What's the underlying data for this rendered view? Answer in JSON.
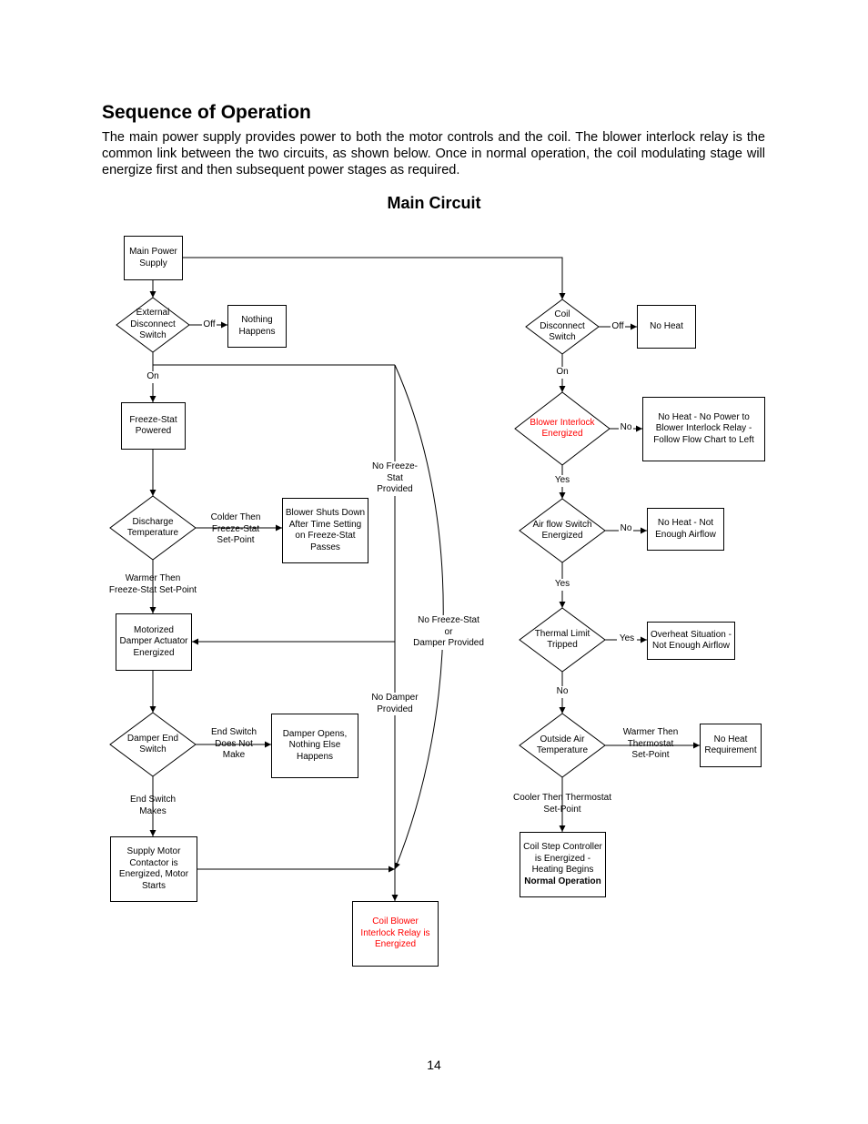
{
  "heading": "Sequence of Operation",
  "intro": "The main power supply provides power to both the motor controls and the coil.  The blower interlock relay is the common link between the two circuits, as shown below.  Once in normal operation, the coil modulating stage will energize first and then subsequent power stages as required.",
  "diagram_title": "Main Circuit",
  "page_number": "14",
  "colors": {
    "highlight": "#ff0000",
    "line": "#000000"
  },
  "nodes": {
    "main_power": [
      "Main Power",
      "Supply"
    ],
    "ext_disconnect": [
      "External",
      "Disconnect",
      "Switch"
    ],
    "nothing_happens": [
      "Nothing",
      "Happens"
    ],
    "freeze_stat": [
      "Freeze-Stat",
      "Powered"
    ],
    "discharge_temp": [
      "Discharge",
      "Temperature"
    ],
    "blower_shuts": [
      "Blower Shuts Down",
      "After Time Setting",
      "on Freeze-Stat",
      "Passes"
    ],
    "motorized_damper": [
      "Motorized",
      "Damper Actuator",
      "Energized"
    ],
    "damper_end": [
      "Damper End",
      "Switch"
    ],
    "damper_opens": [
      "Damper Opens,",
      "Nothing Else",
      "Happens"
    ],
    "supply_motor": [
      "Supply Motor",
      "Contactor is",
      "Energized, Motor",
      "Starts"
    ],
    "coil_blower": [
      "Coil Blower",
      "Interlock Relay is",
      "Energized"
    ],
    "coil_disconnect": [
      "Coil",
      "Disconnect",
      "Switch"
    ],
    "no_heat": [
      "No Heat"
    ],
    "blower_interlock": [
      "Blower Interlock",
      "Energized"
    ],
    "no_heat_no_power": [
      "No Heat - No Power to",
      "Blower Interlock Relay -",
      "Follow Flow Chart to Left"
    ],
    "airflow_switch": [
      "Air flow Switch",
      "Energized"
    ],
    "no_heat_airflow": [
      "No Heat - Not",
      "Enough Airflow"
    ],
    "thermal_limit": [
      "Thermal Limit",
      "Tripped"
    ],
    "overheat": [
      "Overheat Situation -",
      "Not Enough Airflow"
    ],
    "outside_air": [
      "Outside Air",
      "Temperature"
    ],
    "no_heat_req": [
      "No Heat",
      "Requirement"
    ],
    "coil_step": [
      "Coil Step Controller",
      "is Energized -",
      "Heating Begins",
      "Normal Operation"
    ]
  },
  "labels": {
    "off_1": "Off",
    "on_1": "On",
    "colder": [
      "Colder Then",
      "Freeze-Stat",
      "Set-Point"
    ],
    "warmer_freeze": [
      "Warmer Then",
      "Freeze-Stat Set-Point"
    ],
    "end_not_make": [
      "End Switch",
      "Does Not",
      "Make"
    ],
    "end_makes": [
      "End Switch",
      "Makes"
    ],
    "no_freeze_stat": [
      "No Freeze-",
      "Stat",
      "Provided"
    ],
    "no_fs_or_damper": [
      "No Freeze-Stat",
      "or",
      "Damper Provided"
    ],
    "no_damper": [
      "No Damper",
      "Provided"
    ],
    "off_2": "Off",
    "on_2": "On",
    "no_1": "No",
    "yes_1": "Yes",
    "no_2": "No",
    "yes_2": "Yes",
    "yes_3": "Yes",
    "no_3": "No",
    "warmer_thermo": [
      "Warmer Then",
      "Thermostat",
      "Set-Point"
    ],
    "cooler_thermo": [
      "Cooler Then Thermostat",
      "Set-Point"
    ]
  }
}
